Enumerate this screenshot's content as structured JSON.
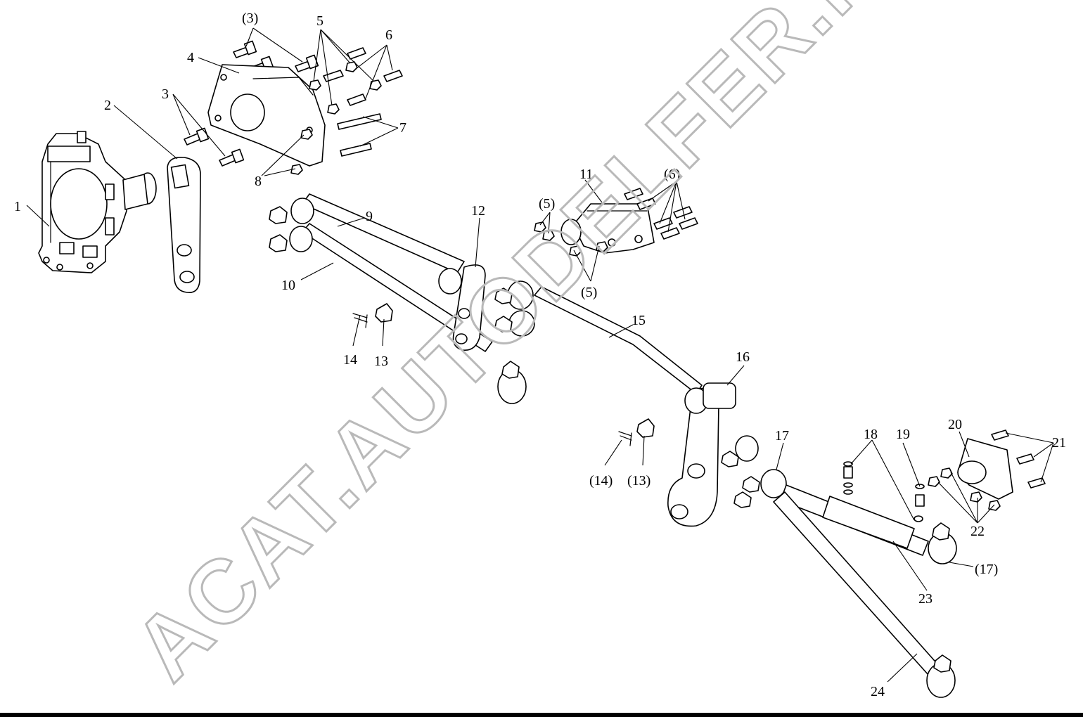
{
  "watermark": "ACAT.AUTODELFER.RU",
  "callouts": {
    "c1": "1",
    "c2": "2",
    "c3": "3",
    "c3b": "(3)",
    "c4": "4",
    "c5": "5",
    "c5b": "(5)",
    "c5c": "(5)",
    "c6": "6",
    "c6b": "(6)",
    "c7": "7",
    "c8": "8",
    "c9": "9",
    "c10": "10",
    "c11": "11",
    "c12": "12",
    "c13": "13",
    "c13b": "(13)",
    "c14": "14",
    "c14b": "(14)",
    "c15": "15",
    "c16": "16",
    "c17": "17",
    "c17b": "(17)",
    "c18": "18",
    "c19": "19",
    "c20": "20",
    "c21": "21",
    "c22": "22",
    "c23": "23",
    "c24": "24"
  }
}
